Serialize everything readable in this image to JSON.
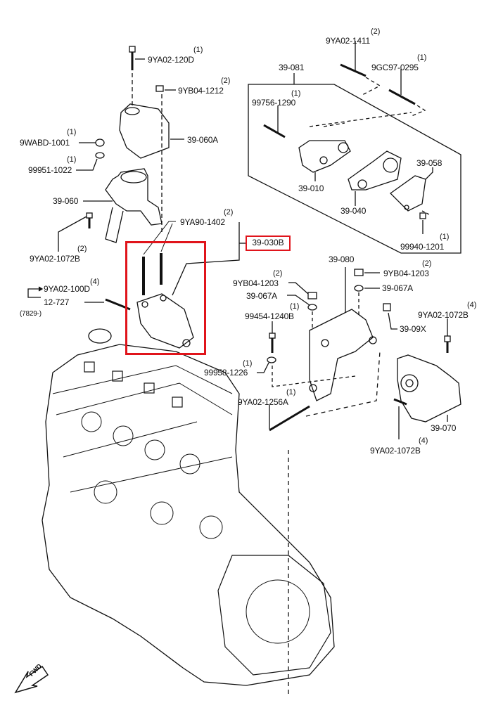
{
  "highlight_color": "#e0141b",
  "highlighted_part": "39-030B",
  "orientation_label": "FWD",
  "labels": {
    "p_9YA02_120D": {
      "code": "9YA02-120D",
      "qty": "(1)"
    },
    "p_9YB04_1212": {
      "code": "9YB04-1212",
      "qty": "(2)"
    },
    "p_39_060A": {
      "code": "39-060A"
    },
    "p_9WABD_1001": {
      "code": "9WABD-1001",
      "qty": "(1)"
    },
    "p_99951_1022": {
      "code": "99951-1022",
      "qty": "(1)"
    },
    "p_39_060": {
      "code": "39-060"
    },
    "p_9YA02_1072B_left": {
      "code": "9YA02-1072B",
      "qty": "(2)"
    },
    "p_9YA90_1402": {
      "code": "9YA90-1402",
      "qty": "(2)"
    },
    "p_39_030B": {
      "code": "39-030B"
    },
    "p_9YA02_100D": {
      "code": "9YA02-100D",
      "qty": "(4)"
    },
    "p_12_727": {
      "code": "12-727"
    },
    "p_7829": {
      "code": "(7829-)"
    },
    "p_9YA02_1411": {
      "code": "9YA02-1411",
      "qty": "(2)"
    },
    "p_9GC97_0295": {
      "code": "9GC97-0295",
      "qty": "(1)"
    },
    "p_39_081": {
      "code": "39-081"
    },
    "p_99756_1290": {
      "code": "99756-1290",
      "qty": "(1)"
    },
    "p_39_010": {
      "code": "39-010"
    },
    "p_39_058": {
      "code": "39-058"
    },
    "p_39_040": {
      "code": "39-040"
    },
    "p_99940_1201": {
      "code": "99940-1201",
      "qty": "(1)"
    },
    "p_39_080": {
      "code": "39-080"
    },
    "p_9YB04_1203_right": {
      "code": "9YB04-1203",
      "qty": "(2)"
    },
    "p_39_067A_right": {
      "code": "39-067A"
    },
    "p_9YB04_1203_left": {
      "code": "9YB04-1203",
      "qty": "(2)"
    },
    "p_39_067A_left": {
      "code": "39-067A"
    },
    "p_99454_1240B": {
      "code": "99454-1240B",
      "qty": "(1)"
    },
    "p_9YA02_1072B_right": {
      "code": "9YA02-1072B",
      "qty": "(4)"
    },
    "p_39_09X": {
      "code": "39-09X"
    },
    "p_99958_1226": {
      "code": "99958-1226",
      "qty": "(1)"
    },
    "p_9YA02_1256A": {
      "code": "9YA02-1256A",
      "qty": "(1)"
    },
    "p_39_070": {
      "code": "39-070"
    },
    "p_9YA02_1072B_bottom": {
      "code": "9YA02-1072B",
      "qty": "(4)"
    }
  }
}
